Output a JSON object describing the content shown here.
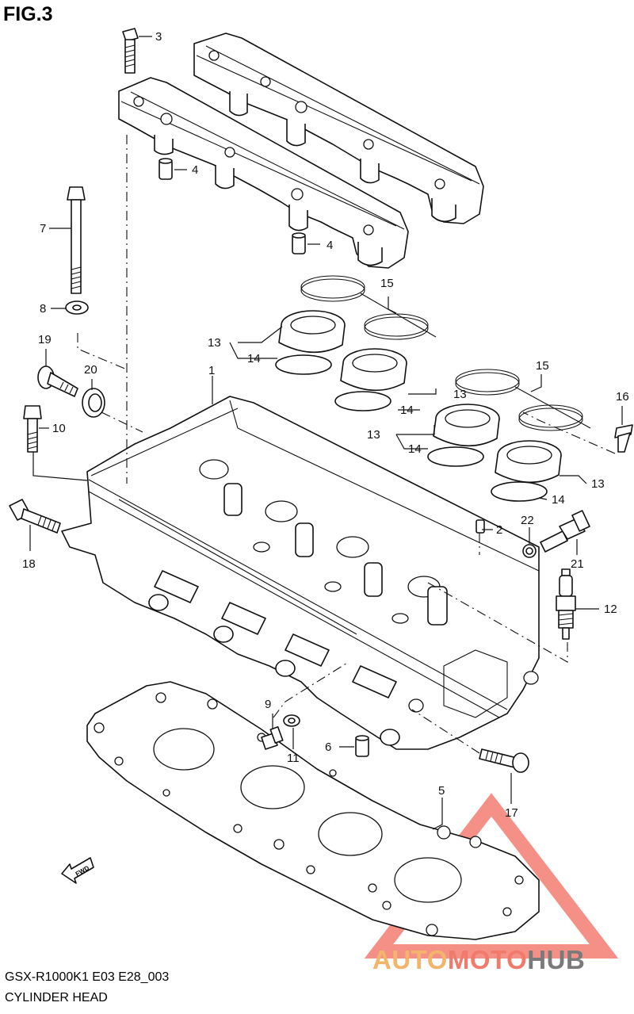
{
  "figure": {
    "label": "FIG.3",
    "model_code": "GSX-R1000K1 E03 E28_003",
    "title": "CYLINDER HEAD"
  },
  "fwd_arrow": "FWD",
  "watermark": {
    "part1": "AUTO",
    "part2": "MOTO",
    "part3": "HUB",
    "colors": {
      "auto": "#f2b56b",
      "moto": "#f27a6a",
      "hub": "#7a7a7a",
      "triangle": "#f26b5e"
    }
  },
  "callouts": {
    "c1": "1",
    "c2": "2",
    "c3": "3",
    "c4a": "4",
    "c4b": "4",
    "c5": "5",
    "c6": "6",
    "c7": "7",
    "c8": "8",
    "c9": "9",
    "c10": "10",
    "c11": "11",
    "c12": "12",
    "c13a": "13",
    "c13b": "13",
    "c13c": "13",
    "c13d": "13",
    "c14a": "14",
    "c14b": "14",
    "c14c": "14",
    "c14d": "14",
    "c15a": "15",
    "c15b": "15",
    "c16": "16",
    "c17": "17",
    "c18": "18",
    "c19": "19",
    "c20": "20",
    "c21": "21",
    "c22": "22"
  }
}
